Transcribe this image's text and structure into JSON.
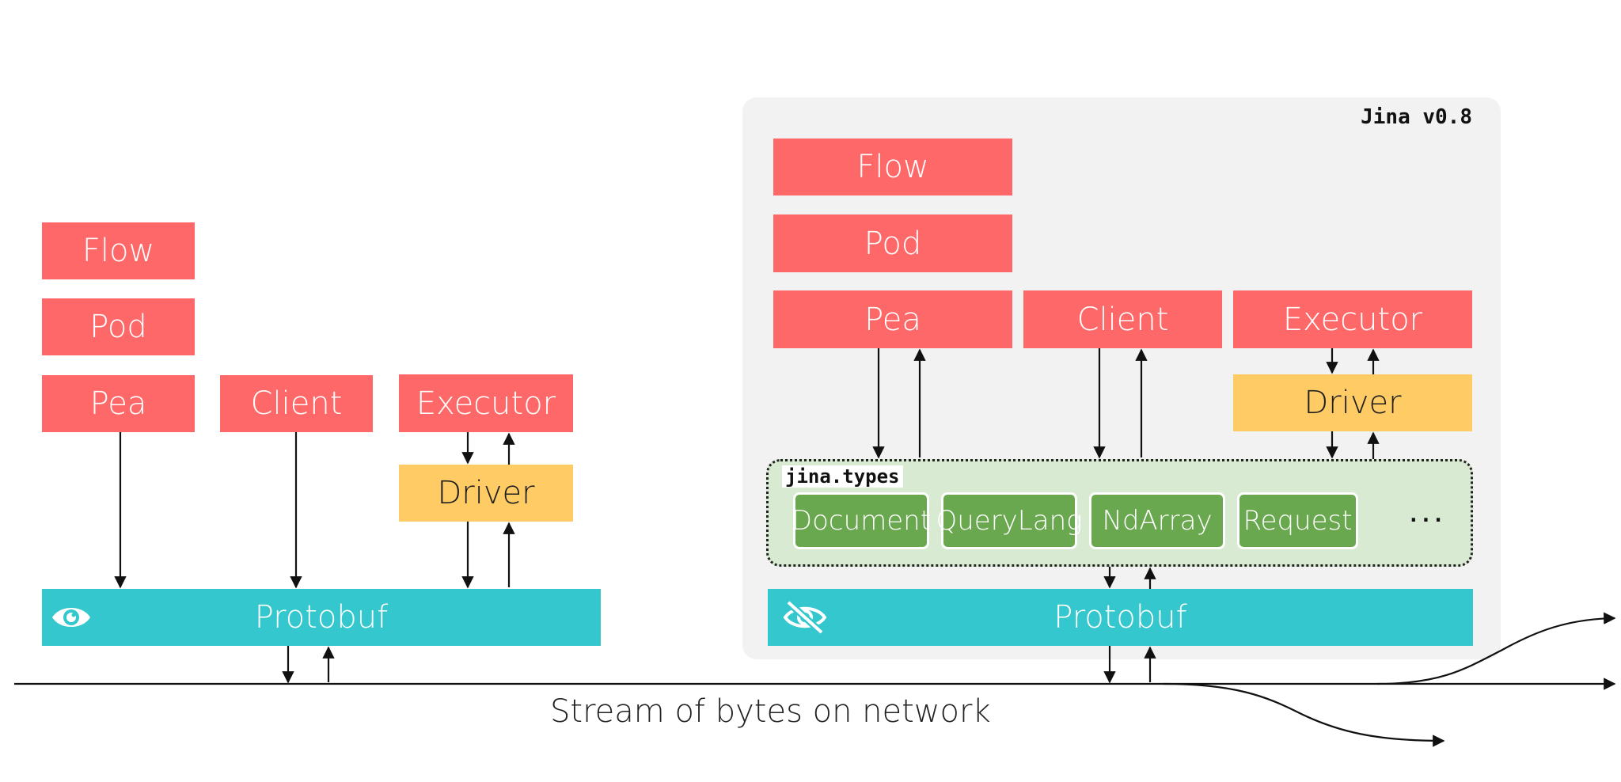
{
  "left": {
    "flow": "Flow",
    "pod": "Pod",
    "pea": "Pea",
    "client": "Client",
    "executor": "Executor",
    "driver": "Driver",
    "protobuf": "Protobuf"
  },
  "right": {
    "title": "Jina v0.8",
    "flow": "Flow",
    "pod": "Pod",
    "pea": "Pea",
    "client": "Client",
    "executor": "Executor",
    "driver": "Driver",
    "types_label": "jina.types",
    "types": [
      "Document",
      "QueryLang",
      "NdArray",
      "Request"
    ],
    "types_more": "...",
    "protobuf": "Protobuf"
  },
  "network_caption": "Stream of bytes on network",
  "icons": {
    "left_protobuf": "eye-icon",
    "right_protobuf": "eye-slash-icon"
  },
  "colors": {
    "component": "#ff6868",
    "driver": "#fecb65",
    "protobuf": "#34c7cd",
    "type": "#6aa84f",
    "types_group": "#d9ead3",
    "panel": "#f2f2f2"
  }
}
